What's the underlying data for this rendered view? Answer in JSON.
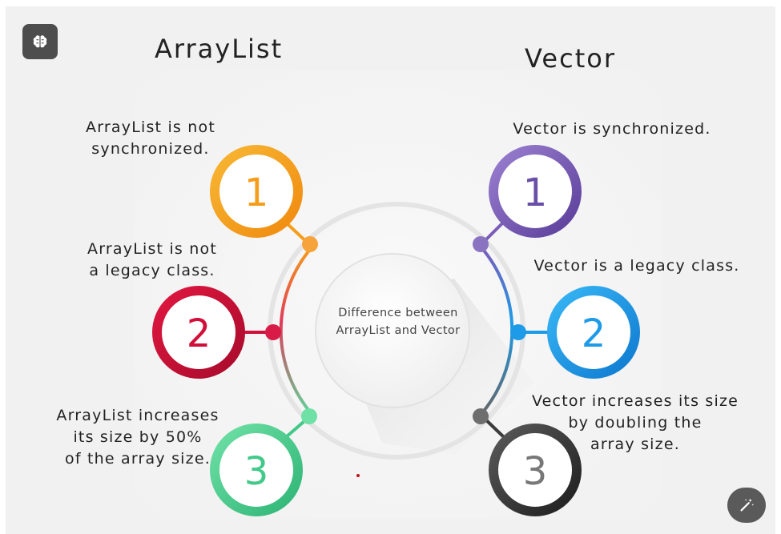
{
  "toolbar": {
    "brain_icon": "brain-icon",
    "magic_icon": "magic-wand-icon"
  },
  "headings": {
    "left": "ArrayList",
    "right": "Vector"
  },
  "center_label": "Difference between\nArrayList and Vector",
  "arraylist_points": [
    {
      "number": "1",
      "text": "ArrayList is not\nsynchronized.",
      "color": "#f59e1b"
    },
    {
      "number": "2",
      "text": "ArrayList is not\na legacy class.",
      "color": "#d0103a"
    },
    {
      "number": "3",
      "text": "ArrayList increases\nits size by 50%\nof the array size.",
      "color": "#42c98a"
    }
  ],
  "vector_points": [
    {
      "number": "1",
      "text": "Vector is synchronized.",
      "color": "#7b5cb8"
    },
    {
      "number": "2",
      "text": "Vector is a legacy class.",
      "color": "#1d9be8"
    },
    {
      "number": "3",
      "text": "Vector increases its size\nby doubling the\narray size.",
      "color": "#3c3c3c"
    }
  ],
  "colors": {
    "background": "#f1f1f1",
    "text": "#222222",
    "connector_gray": "#8a8a8a"
  }
}
